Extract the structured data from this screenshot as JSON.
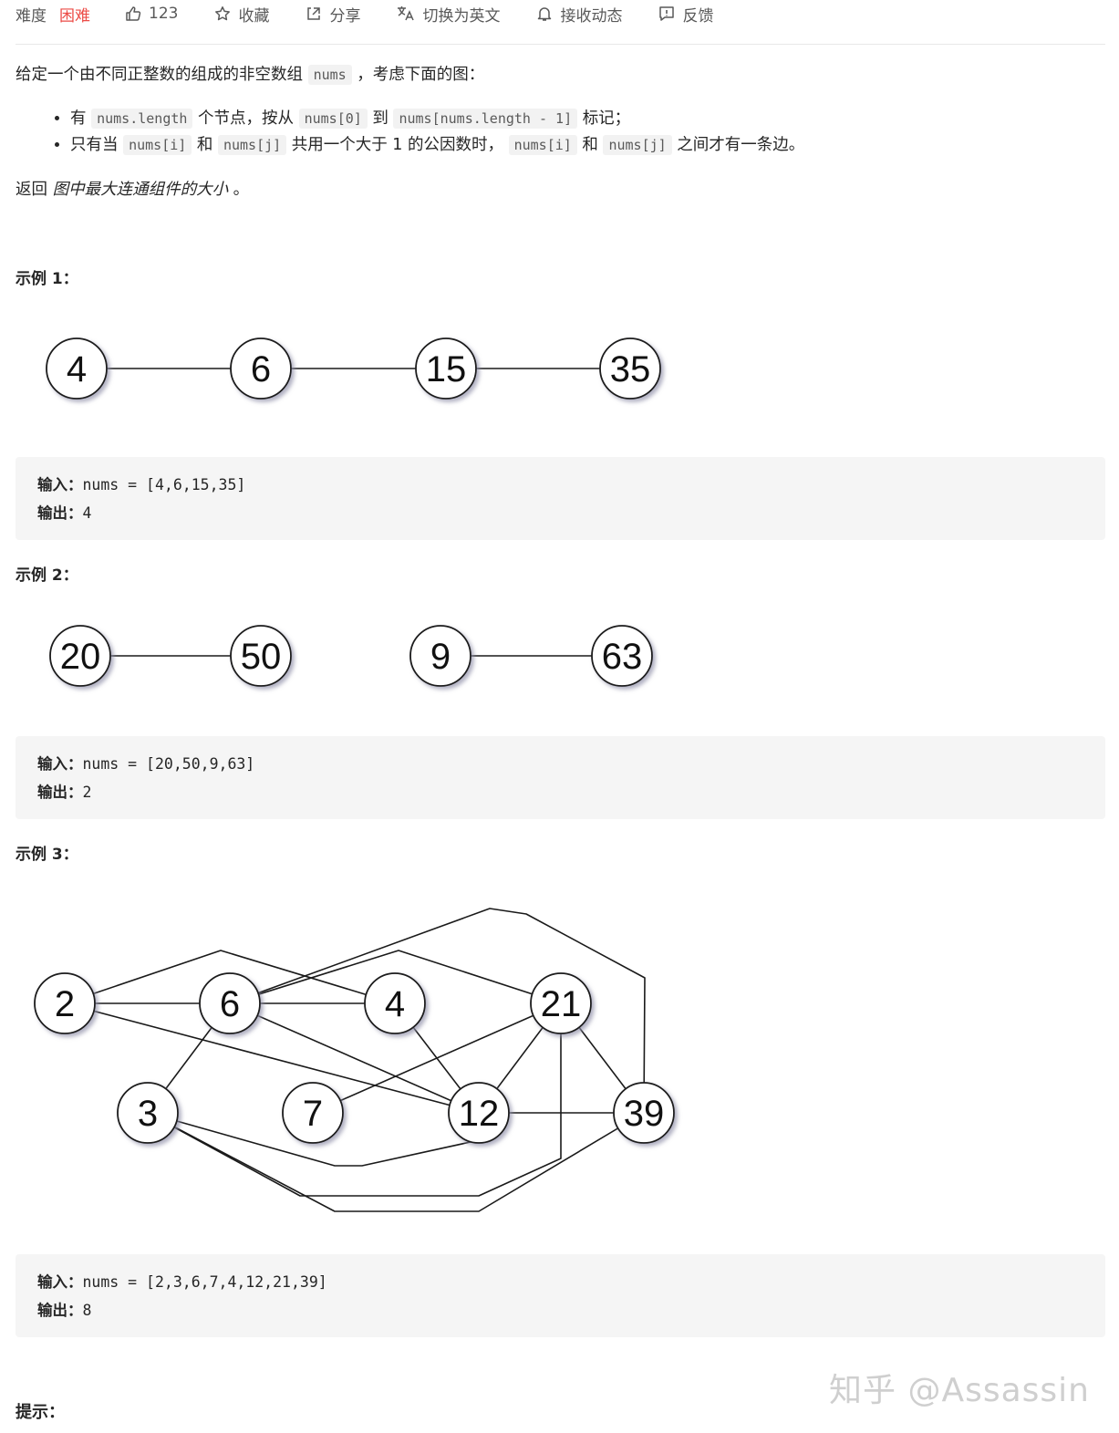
{
  "toolbar": {
    "difficulty_label": "难度",
    "difficulty_value": "困难",
    "likes": "123",
    "favorite_label": "收藏",
    "share_label": "分享",
    "switch_lang_label": "切换为英文",
    "subscribe_label": "接收动态",
    "feedback_label": "反馈",
    "difficulty_color": "#ec4c47"
  },
  "problem": {
    "intro_pre": "给定一个由不同正整数的组成的非空数组",
    "intro_code": "nums",
    "intro_post": "，考虑下面的图：",
    "bullet1_a": "有",
    "bullet1_code1": "nums.length",
    "bullet1_b": "个节点，按从",
    "bullet1_code2": "nums[0]",
    "bullet1_c": "到",
    "bullet1_code3": "nums[nums.length - 1]",
    "bullet1_d": "标记；",
    "bullet2_a": "只有当",
    "bullet2_code1": "nums[i]",
    "bullet2_b": "和",
    "bullet2_code2": "nums[j]",
    "bullet2_c": "共用一个大于 1 的公因数时，",
    "bullet2_code3": "nums[i]",
    "bullet2_d": "和",
    "bullet2_code4": "nums[j]",
    "bullet2_e": "之间才有一条边。",
    "return_pre": "返回",
    "return_em": "图中最大连通组件的大小",
    "return_post": "。"
  },
  "examples": [
    {
      "title": "示例 1：",
      "input_label": "输入：",
      "input_value": "nums = [4,6,15,35]",
      "output_label": "输出：",
      "output_value": "4",
      "graph": {
        "nodes": [
          "4",
          "6",
          "15",
          "35"
        ],
        "edges": [
          [
            "4",
            "6"
          ],
          [
            "6",
            "15"
          ],
          [
            "15",
            "35"
          ]
        ]
      }
    },
    {
      "title": "示例 2：",
      "input_label": "输入：",
      "input_value": "nums = [20,50,9,63]",
      "output_label": "输出：",
      "output_value": "2",
      "graph": {
        "nodes": [
          "20",
          "50",
          "9",
          "63"
        ],
        "edges": [
          [
            "20",
            "50"
          ],
          [
            "9",
            "63"
          ]
        ]
      }
    },
    {
      "title": "示例 3：",
      "input_label": "输入：",
      "input_value": "nums = [2,3,6,7,4,12,21,39]",
      "output_label": "输出：",
      "output_value": "8",
      "graph": {
        "nodes": [
          "2",
          "6",
          "4",
          "21",
          "3",
          "7",
          "12",
          "39"
        ],
        "edges": [
          [
            "2",
            "6"
          ],
          [
            "2",
            "4"
          ],
          [
            "2",
            "12"
          ],
          [
            "6",
            "4"
          ],
          [
            "6",
            "21"
          ],
          [
            "6",
            "39"
          ],
          [
            "6",
            "3"
          ],
          [
            "6",
            "12"
          ],
          [
            "4",
            "12"
          ],
          [
            "21",
            "7"
          ],
          [
            "21",
            "12"
          ],
          [
            "21",
            "39"
          ],
          [
            "21",
            "3"
          ],
          [
            "3",
            "12"
          ],
          [
            "3",
            "39"
          ],
          [
            "12",
            "39"
          ]
        ]
      }
    }
  ],
  "tips_title": "提示：",
  "watermark": "知乎 @Assassin"
}
